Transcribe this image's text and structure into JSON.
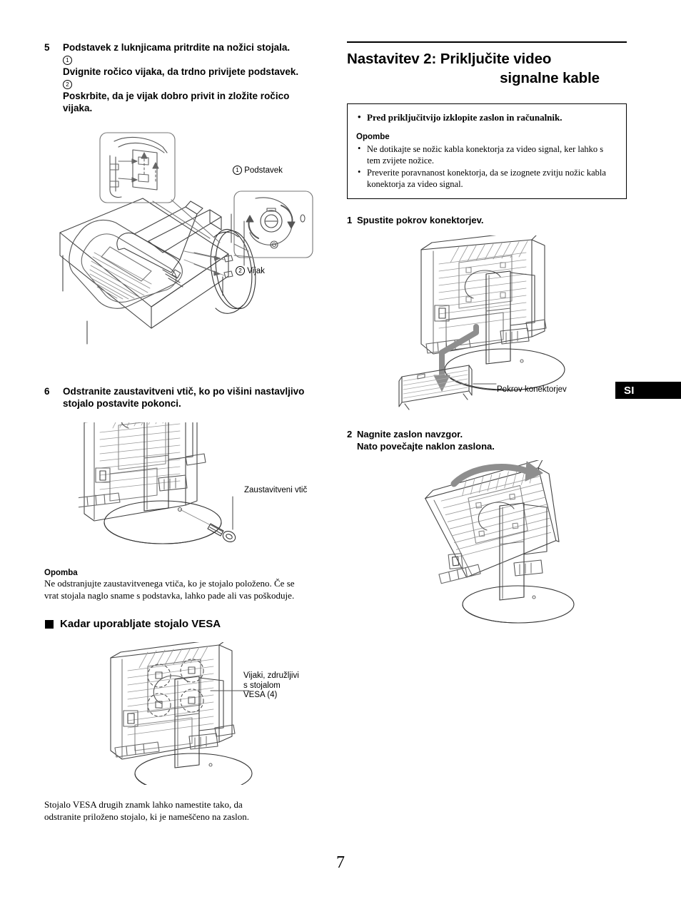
{
  "page": {
    "number": "7",
    "language_tab": "SI"
  },
  "left_column": {
    "step5": {
      "number": "5",
      "lines": [
        "Podstavek z luknjicama pritrdite na nožici stojala.",
        "Dvignite ročico vijaka, da trdno privijete podstavek.",
        "Poskrbite, da je vijak dobro privit in zložite ročico",
        "vijaka."
      ],
      "marker1": "1",
      "marker2": "2"
    },
    "figure5": {
      "callout1_marker": "1",
      "callout1": "Podstavek",
      "callout2_marker": "2",
      "callout2": "Vijak"
    },
    "step6": {
      "number": "6",
      "lines": [
        "Odstranite zaustavitveni vtič, ko po višini nastavljivo",
        "stojalo postavite pokonci."
      ]
    },
    "figure6": {
      "callout": "Zaustavitveni vtič"
    },
    "note": {
      "heading": "Opomba",
      "lines": [
        "Ne odstranjujte zaustavitvenega vtiča, ko je stojalo položeno. Če se",
        "vrat stojala naglo sname s podstavka, lahko pade ali vas poškoduje."
      ]
    },
    "vesa_section": {
      "heading": "Kadar uporabljate stojalo VESA",
      "figure_callout": [
        "Vijaki, združljivi",
        "s stojalom",
        "VESA (4)"
      ],
      "body": [
        "Stojalo VESA drugih znamk lahko namestite tako, da",
        "odstranite priloženo stojalo, ki je nameščeno na zaslon."
      ]
    }
  },
  "right_column": {
    "heading": {
      "line1": "Nastavitev 2: Priključite video",
      "line2": "signalne kable"
    },
    "caution_box": {
      "lead": "Pred priključitvijo izklopite zaslon in računalnik.",
      "notes_heading": "Opombe",
      "notes": [
        "Ne dotikajte se nožic kabla konektorja za video signal, ker lahko s tem zvijete nožice.",
        "Preverite poravnanost konektorja, da se izognete zvitju nožic kabla konektorja za video signal."
      ]
    },
    "step1": {
      "number": "1",
      "text": "Spustite pokrov konektorjev."
    },
    "figure1": {
      "callout": "Pokrov konektorjev"
    },
    "step2": {
      "number": "2",
      "lines": [
        "Nagnite zaslon navzgor.",
        "Nato povečajte naklon zaslona."
      ]
    }
  },
  "colors": {
    "line": "#000000",
    "figure_stroke": "#4d4d4d",
    "tab_bg": "#000000",
    "tab_fg": "#ffffff"
  }
}
